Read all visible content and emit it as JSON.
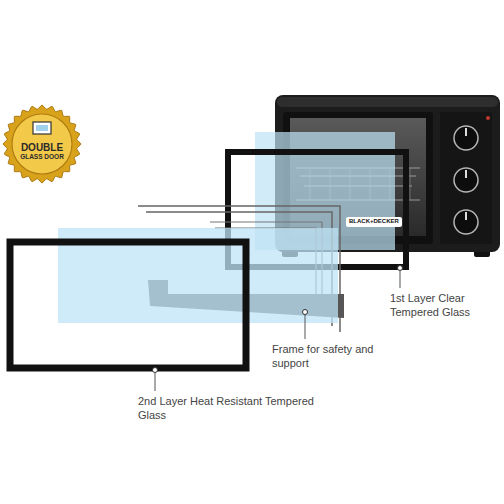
{
  "diagram": {
    "nodes": [
      {
        "text": [
          "DOUBLE",
          "GLASS DOOR"
        ]
      }
    ],
    "labels": [
      "BLACK+DECKER",
      "1st Layer Clear Tempered Glass",
      "Frame for safety and support",
      "2nd Layer Heat Resistant Tempered Glass"
    ]
  }
}
